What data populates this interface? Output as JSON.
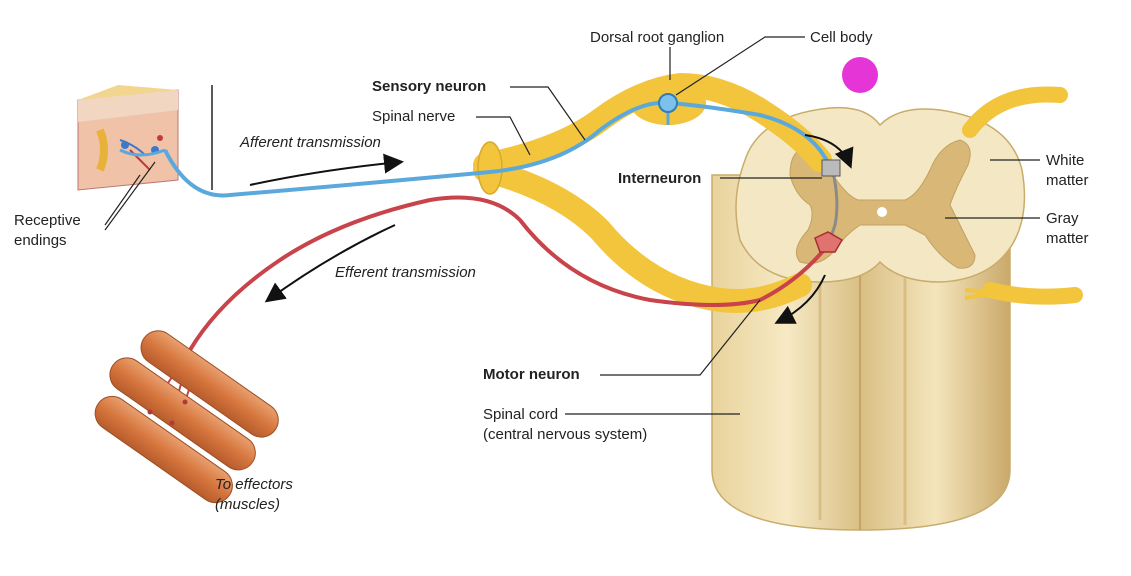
{
  "labels": {
    "dorsal_root_ganglion": "Dorsal root ganglion",
    "cell_body": "Cell body",
    "sensory_neuron": "Sensory neuron",
    "spinal_nerve": "Spinal nerve",
    "afferent_transmission": "Afferent transmission",
    "interneuron": "Interneuron",
    "white_matter_line1": "White",
    "white_matter_line2": "matter",
    "gray_matter_line1": "Gray",
    "gray_matter_line2": "matter",
    "receptive_endings_line1": "Receptive",
    "receptive_endings_line2": "endings",
    "efferent_transmission": "Efferent transmission",
    "motor_neuron": "Motor neuron",
    "spinal_cord_line1": "Spinal cord",
    "spinal_cord_line2": "(central nervous system)",
    "to_effectors_line1": "To effectors",
    "to_effectors_line2": "(muscles)"
  },
  "colors": {
    "nerve_sheath": "#f2c53d",
    "sensory_neuron": "#5ba8dc",
    "motor_neuron": "#c8434a",
    "interneuron": "#8a8a8a",
    "spinal_cord_white": "#f3e7c2",
    "spinal_cord_gray": "#d9b877",
    "muscle": "#d9824e",
    "marker": "#e535d6"
  }
}
